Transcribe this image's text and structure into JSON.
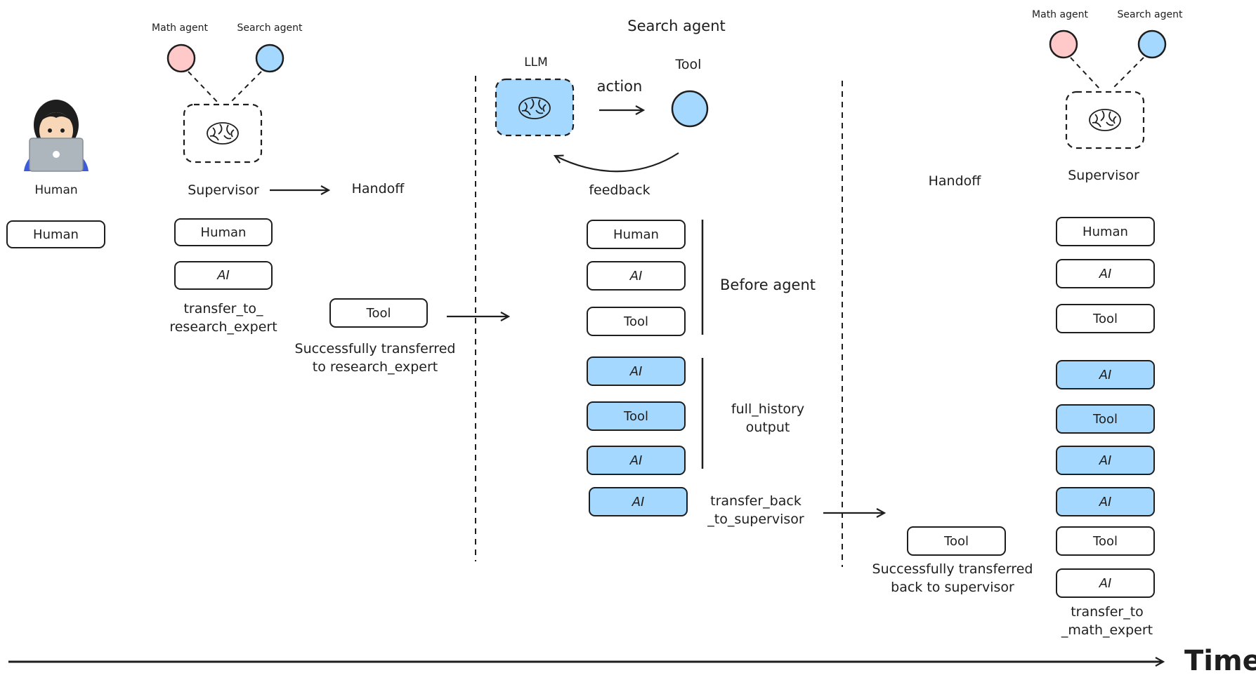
{
  "colors": {
    "stroke": "#1e1e1e",
    "agent_pink": "#ffc9c9",
    "agent_blue": "#a5d8ff",
    "highlight_blue": "#a5d8ff"
  },
  "stage1": {
    "human_caption": "Human",
    "human_msg": "Human",
    "math_agent": "Math agent",
    "search_agent": "Search agent",
    "supervisor": "Supervisor",
    "handoff": "Handoff",
    "msgs": [
      "Human",
      "AI"
    ],
    "tool_call": "transfer_to_\nresearch_expert",
    "tool_msg": "Tool",
    "tool_result": "Successfully transferred\nto research_expert"
  },
  "stage2": {
    "title": "Search agent",
    "llm": "LLM",
    "tool": "Tool",
    "action": "action",
    "feedback": "feedback",
    "before_msgs": [
      "Human",
      "AI",
      "Tool"
    ],
    "before_label": "Before agent",
    "output_msgs": [
      "AI",
      "Tool",
      "AI"
    ],
    "output_label": "full_history\noutput",
    "back_msg": "AI",
    "back_call": "transfer_back\n_to_supervisor"
  },
  "stage3": {
    "handoff": "Handoff",
    "tool_msg": "Tool",
    "tool_result": "Successfully transferred\nback to supervisor",
    "math_agent": "Math agent",
    "search_agent": "Search agent",
    "supervisor": "Supervisor",
    "msgs": [
      {
        "label": "Human",
        "blue": false
      },
      {
        "label": "AI",
        "blue": false
      },
      {
        "label": "Tool",
        "blue": false
      },
      {
        "label": "AI",
        "blue": true
      },
      {
        "label": "Tool",
        "blue": true
      },
      {
        "label": "AI",
        "blue": true
      },
      {
        "label": "AI",
        "blue": true
      },
      {
        "label": "Tool",
        "blue": false
      },
      {
        "label": "AI",
        "blue": false
      }
    ],
    "final_call": "transfer_to\n_math_expert"
  },
  "timeline": {
    "label": "Time"
  }
}
